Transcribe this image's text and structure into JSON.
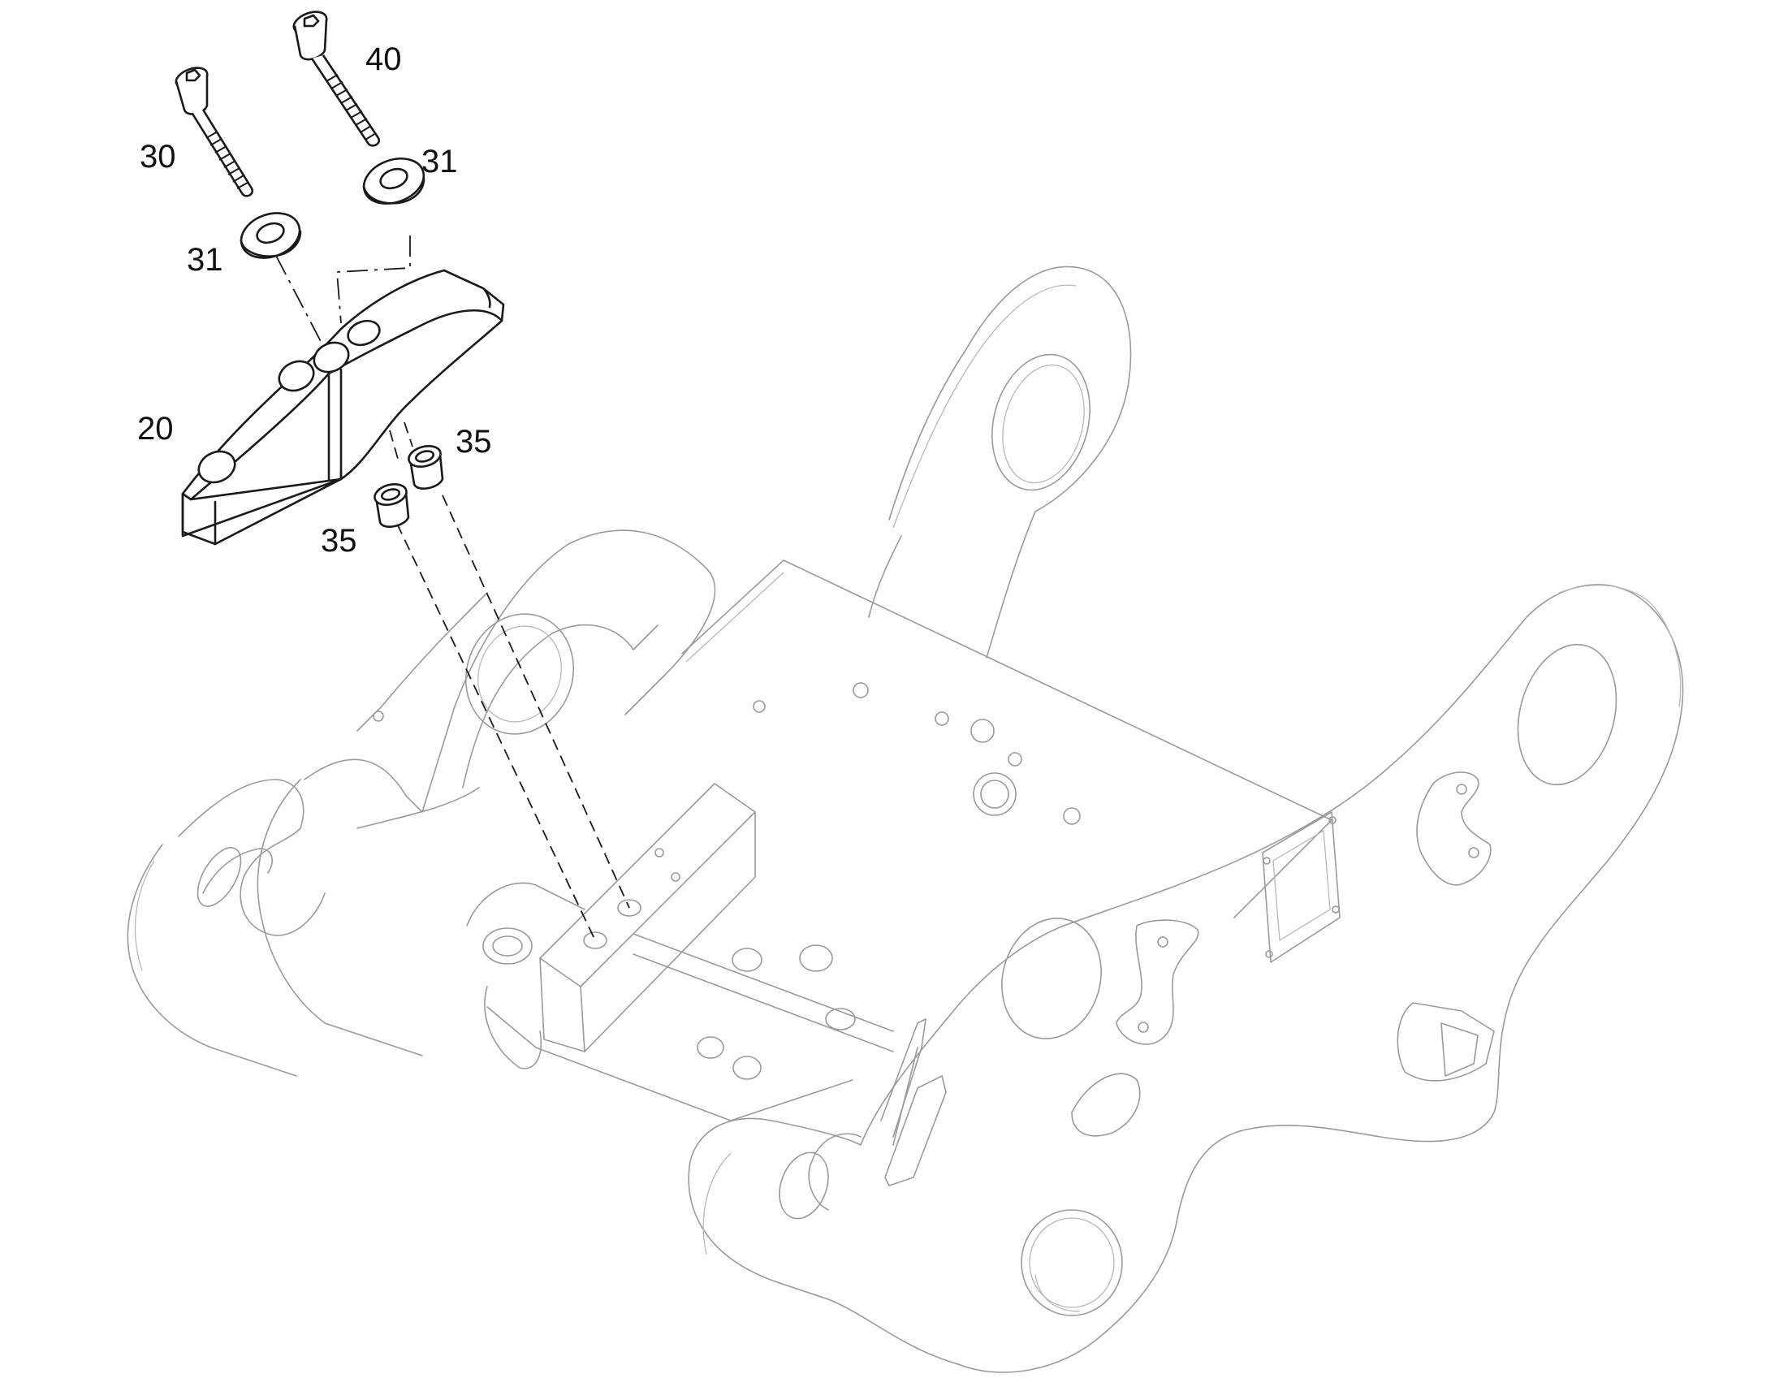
{
  "diagram": {
    "type": "exploded-parts-view",
    "callouts": [
      {
        "id": "callout-40",
        "text": "40",
        "part": "screw-long"
      },
      {
        "id": "callout-30",
        "text": "30",
        "part": "screw-short"
      },
      {
        "id": "callout-31a",
        "text": "31",
        "part": "washer-right"
      },
      {
        "id": "callout-31b",
        "text": "31",
        "part": "washer-left"
      },
      {
        "id": "callout-20",
        "text": "20",
        "part": "wedge-block"
      },
      {
        "id": "callout-35a",
        "text": "35",
        "part": "bushing-upper"
      },
      {
        "id": "callout-35b",
        "text": "35",
        "part": "bushing-lower"
      }
    ],
    "colors": {
      "line": "#1a1a1a",
      "background_part": "#9a9a9a",
      "paper": "#ffffff"
    }
  }
}
